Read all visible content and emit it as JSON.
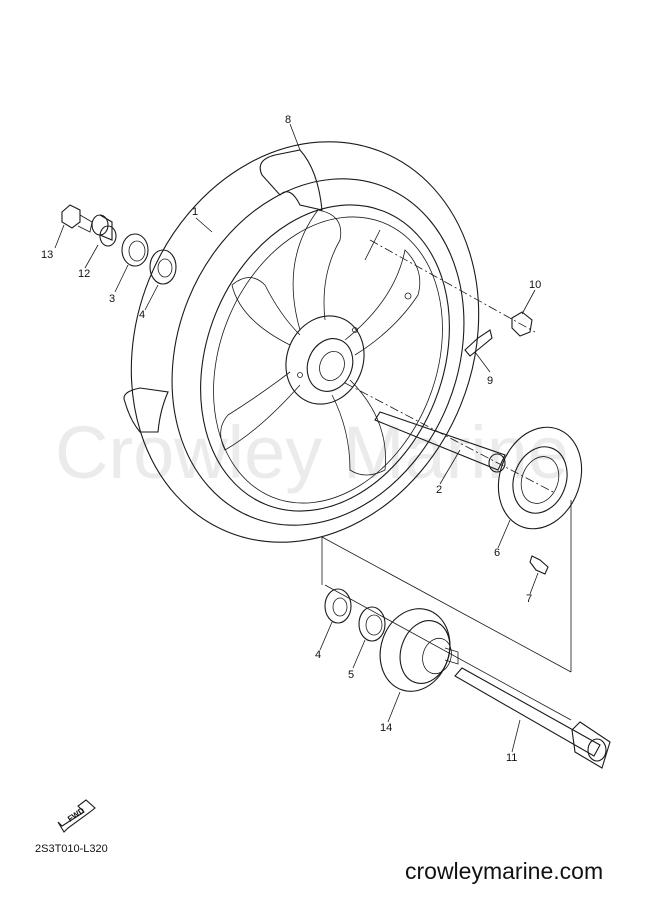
{
  "watermark": "Crowley Marine",
  "diagram_code": "2S3T010-L320",
  "fwd_label": "FWD",
  "footer": "crowleymarine.com",
  "callouts": [
    "1",
    "2",
    "3",
    "4",
    "4",
    "5",
    "6",
    "7",
    "8",
    "9",
    "10",
    "11",
    "12",
    "13",
    "14"
  ]
}
